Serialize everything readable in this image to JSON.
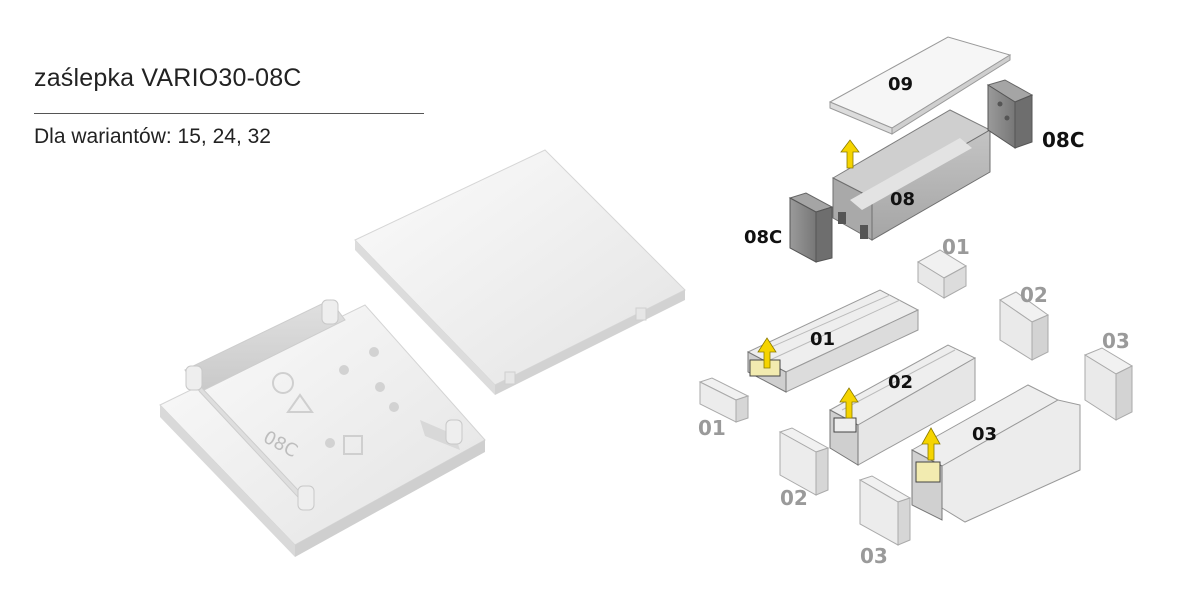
{
  "header": {
    "title": "zaślepka VARIO30-08C",
    "subtitle": "Dla wariantów: 15, 24, 32"
  },
  "photo": {
    "emboss_code": "08C"
  },
  "diagram": {
    "labels": {
      "cover_09": "09",
      "profile_08": "08",
      "endcap_08c_right": "08C",
      "endcap_08c_left": "08C",
      "clip_01": "01",
      "clip_02": "02",
      "clip_03": "03",
      "profile_01": "01",
      "profile_02": "02",
      "profile_03": "03",
      "cap_01": "01",
      "cap_02": "02",
      "cap_03": "03"
    }
  },
  "colors": {
    "dark_label": "#111111",
    "gray_label": "#9a9a9a",
    "arrow": "#f5d400",
    "cap_dark": "#8c8c8c",
    "profile_gray": "#b3b3b3"
  }
}
